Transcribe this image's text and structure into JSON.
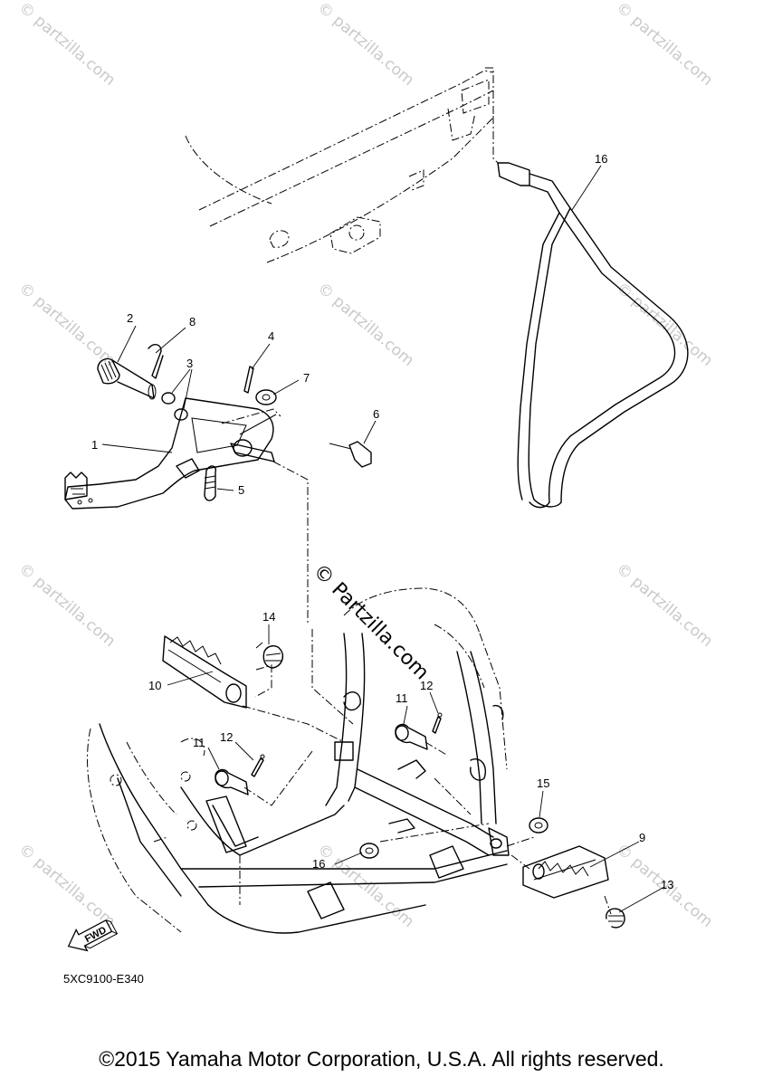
{
  "diagram": {
    "callouts": [
      {
        "id": "c1",
        "label": "1"
      },
      {
        "id": "c2",
        "label": "2"
      },
      {
        "id": "c3",
        "label": "3"
      },
      {
        "id": "c4",
        "label": "4"
      },
      {
        "id": "c5",
        "label": "5"
      },
      {
        "id": "c6",
        "label": "6"
      },
      {
        "id": "c7",
        "label": "7"
      },
      {
        "id": "c8",
        "label": "8"
      },
      {
        "id": "c9",
        "label": "9"
      },
      {
        "id": "c10",
        "label": "10"
      },
      {
        "id": "c11a",
        "label": "11"
      },
      {
        "id": "c11b",
        "label": "11"
      },
      {
        "id": "c12a",
        "label": "12"
      },
      {
        "id": "c12b",
        "label": "12"
      },
      {
        "id": "c13",
        "label": "13"
      },
      {
        "id": "c14",
        "label": "14"
      },
      {
        "id": "c15",
        "label": "15"
      },
      {
        "id": "c16a",
        "label": "16"
      },
      {
        "id": "c16b",
        "label": "16"
      }
    ],
    "fwd_label": "FWD",
    "part_code": "5XC9100-E340",
    "watermark_small": "© partzilla.com",
    "watermark_center": "© Partzilla.com"
  },
  "copyright": "©2015 Yamaha Motor Corporation, U.S.A. All rights reserved."
}
